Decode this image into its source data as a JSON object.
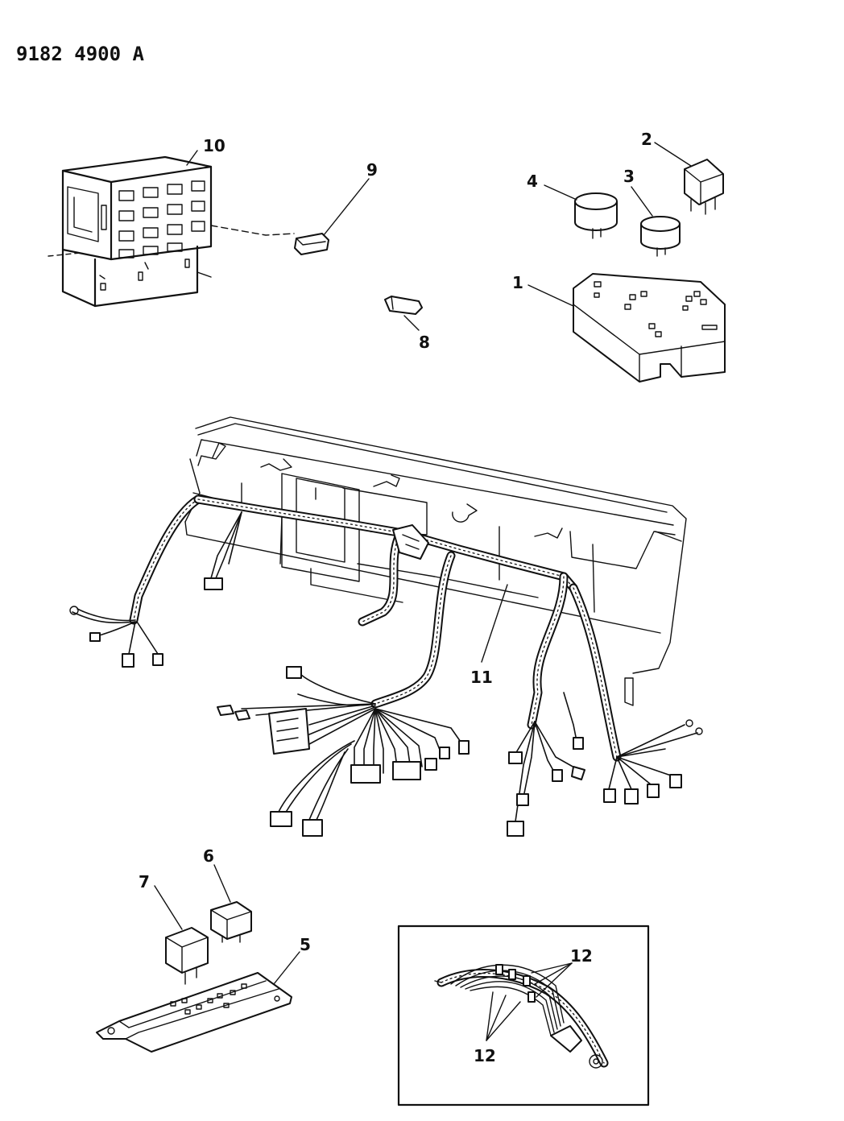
{
  "document_id": "9182 4900 A",
  "callouts": {
    "c1": "1",
    "c2": "2",
    "c3": "3",
    "c4": "4",
    "c5": "5",
    "c6": "6",
    "c7": "7",
    "c8": "8",
    "c9": "9",
    "c10": "10",
    "c11": "11",
    "c12a": "12",
    "c12b": "12"
  }
}
